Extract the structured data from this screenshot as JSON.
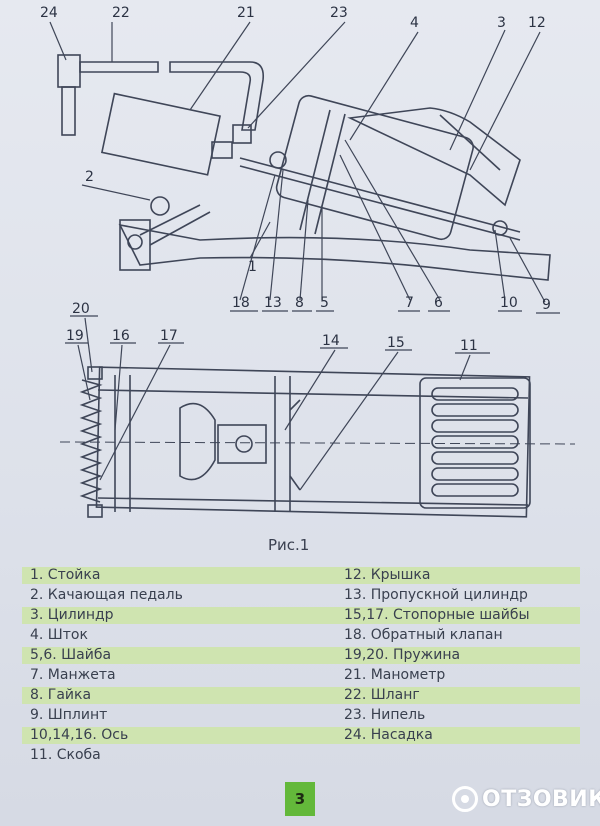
{
  "figure": {
    "callouts_top": [
      "24",
      "22",
      "21",
      "23",
      "4",
      "3",
      "12",
      "2",
      "1",
      "18",
      "13",
      "8",
      "5",
      "7",
      "6",
      "10",
      "9"
    ],
    "callouts_bottom": [
      "20",
      "19",
      "16",
      "17",
      "14",
      "15",
      "11"
    ],
    "caption": "Рис.1"
  },
  "legend": {
    "left": [
      "1. Стойка",
      "2. Качающая педаль",
      "3. Цилиндр",
      "4. Шток",
      "5,6. Шайба",
      "7. Манжета",
      "8. Гайка",
      "9. Шплинт",
      "10,14,16. Ось",
      "11. Скоба"
    ],
    "right": [
      "12. Крышка",
      "13. Пропускной цилиндр",
      "15,17. Стопорные шайбы",
      "18. Обратный клапан",
      "19,20. Пружина",
      "21. Манометр",
      "22. Шланг",
      "23. Нипель",
      "24. Насадка"
    ]
  },
  "page_number": "3",
  "watermark": "ОТЗОВИК",
  "colors": {
    "row_highlight": "#cfe4b0",
    "page_badge": "#63b83a",
    "ink": "#3a4152"
  }
}
